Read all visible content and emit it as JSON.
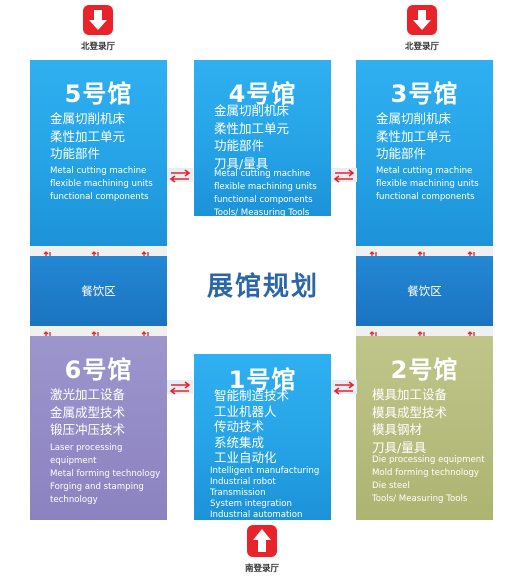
{
  "colors": {
    "blue": "#25a3e6",
    "dark_blue": "#1a73c1",
    "purple": "#8b82c0",
    "olive": "#adb471",
    "arrow_red": "#e8232a",
    "title": "#2b66a8"
  },
  "title": "展馆规划",
  "entrances": {
    "north_left": "北登录厅",
    "north_right": "北登录厅",
    "south": "南登录厅"
  },
  "dining": {
    "left": "餐饮区",
    "right": "餐饮区"
  },
  "halls": {
    "h5": {
      "name": "5号馆",
      "cn": [
        "金属切削机床",
        "柔性加工单元",
        "功能部件"
      ],
      "en": [
        "Metal cutting machine",
        "flexible machining units",
        "functional components"
      ]
    },
    "h4": {
      "name": "4号馆",
      "cn": [
        "金属切削机床",
        "柔性加工单元",
        "功能部件",
        "刀具/量具"
      ],
      "en": [
        "Metal cutting machine",
        "flexible machining units",
        "functional components",
        "Tools/ Measuring Tools"
      ]
    },
    "h3": {
      "name": "3号馆",
      "cn": [
        "金属切削机床",
        "柔性加工单元",
        "功能部件"
      ],
      "en": [
        "Metal cutting machine",
        "flexible machining units",
        "functional components"
      ]
    },
    "h6": {
      "name": "6号馆",
      "cn": [
        "激光加工设备",
        "金属成型技术",
        "锻压冲压技术"
      ],
      "en": [
        "Laser processing",
        "equipment",
        "Metal forming technology",
        "Forging and stamping",
        "technology"
      ]
    },
    "h1": {
      "name": "1号馆",
      "cn": [
        "智能制造技术",
        "工业机器人",
        "传动技术",
        "系统集成",
        "工业自动化"
      ],
      "en": [
        "Intelligent manufacturing",
        "Industrial robot",
        "Transmission",
        "System integration",
        "Industrial automation"
      ]
    },
    "h2": {
      "name": "2号馆",
      "cn": [
        "模具加工设备",
        "模具成型技术",
        "模具钢材",
        "刀具/量具"
      ],
      "en": [
        "Die processing equipment",
        "Mold forming technology",
        "Die steel",
        "Tools/ Measuring Tools"
      ]
    }
  }
}
